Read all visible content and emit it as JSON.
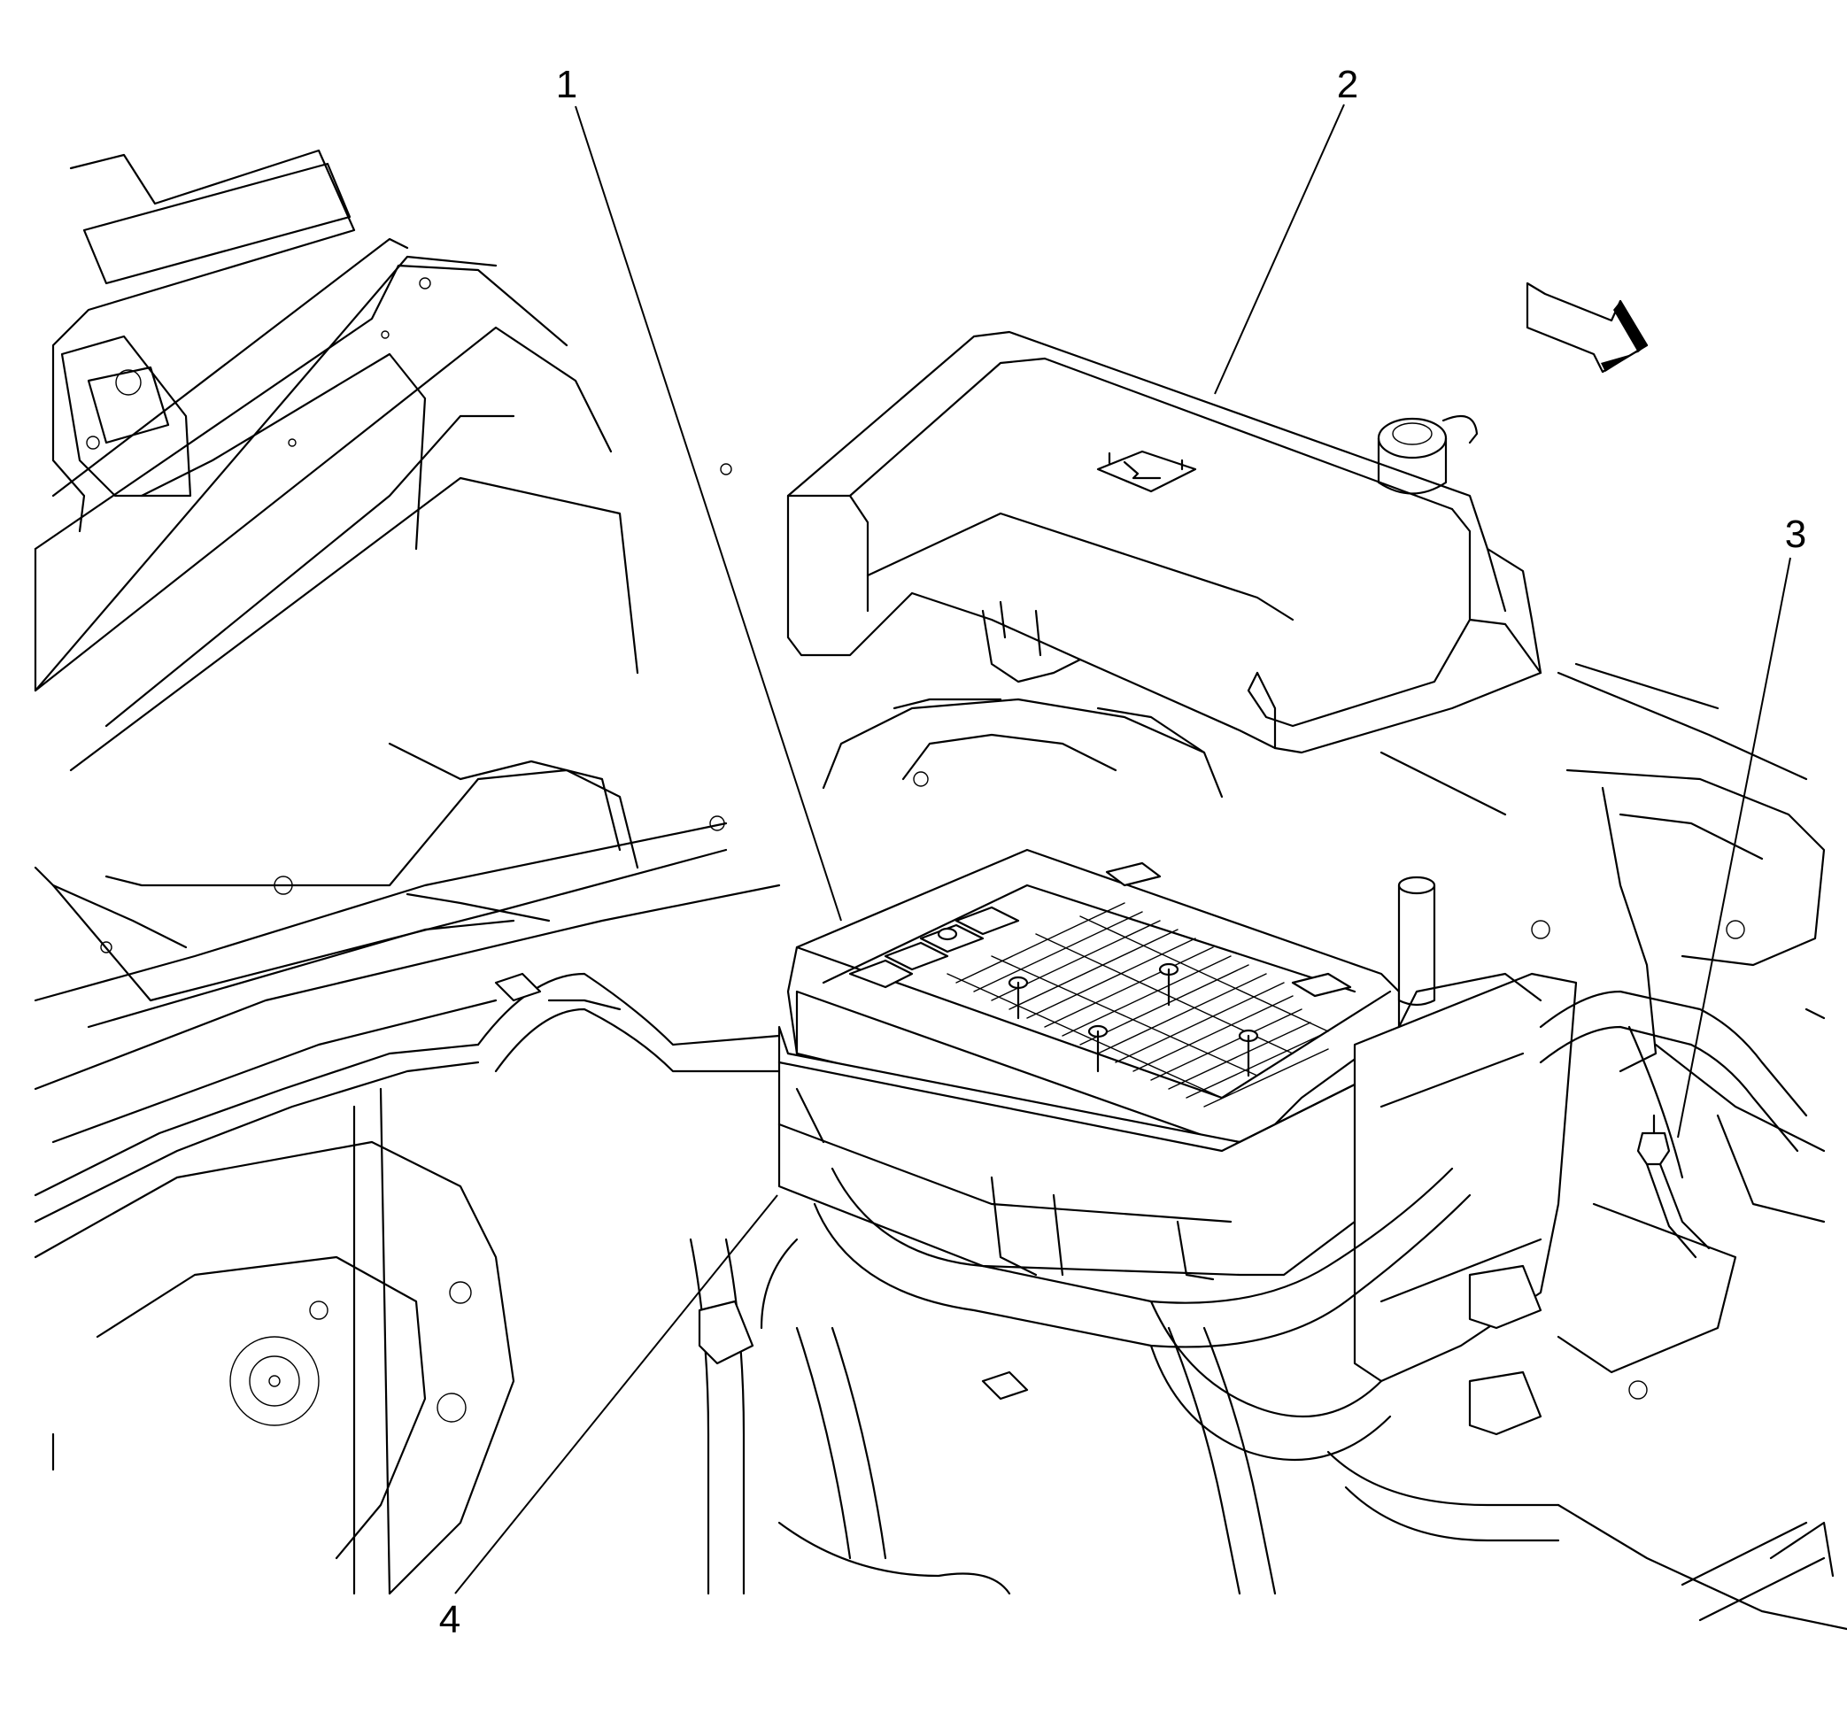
{
  "callouts": [
    {
      "id": "1",
      "label": "1"
    },
    {
      "id": "2",
      "label": "2"
    },
    {
      "id": "3",
      "label": "3"
    },
    {
      "id": "4",
      "label": "4"
    }
  ],
  "icons": {
    "fuse_cover_symbol": "fuse-symbol-icon",
    "direction_arrow": "front-direction-arrow-icon"
  },
  "colors": {
    "line": "#000000",
    "background": "#ffffff"
  }
}
